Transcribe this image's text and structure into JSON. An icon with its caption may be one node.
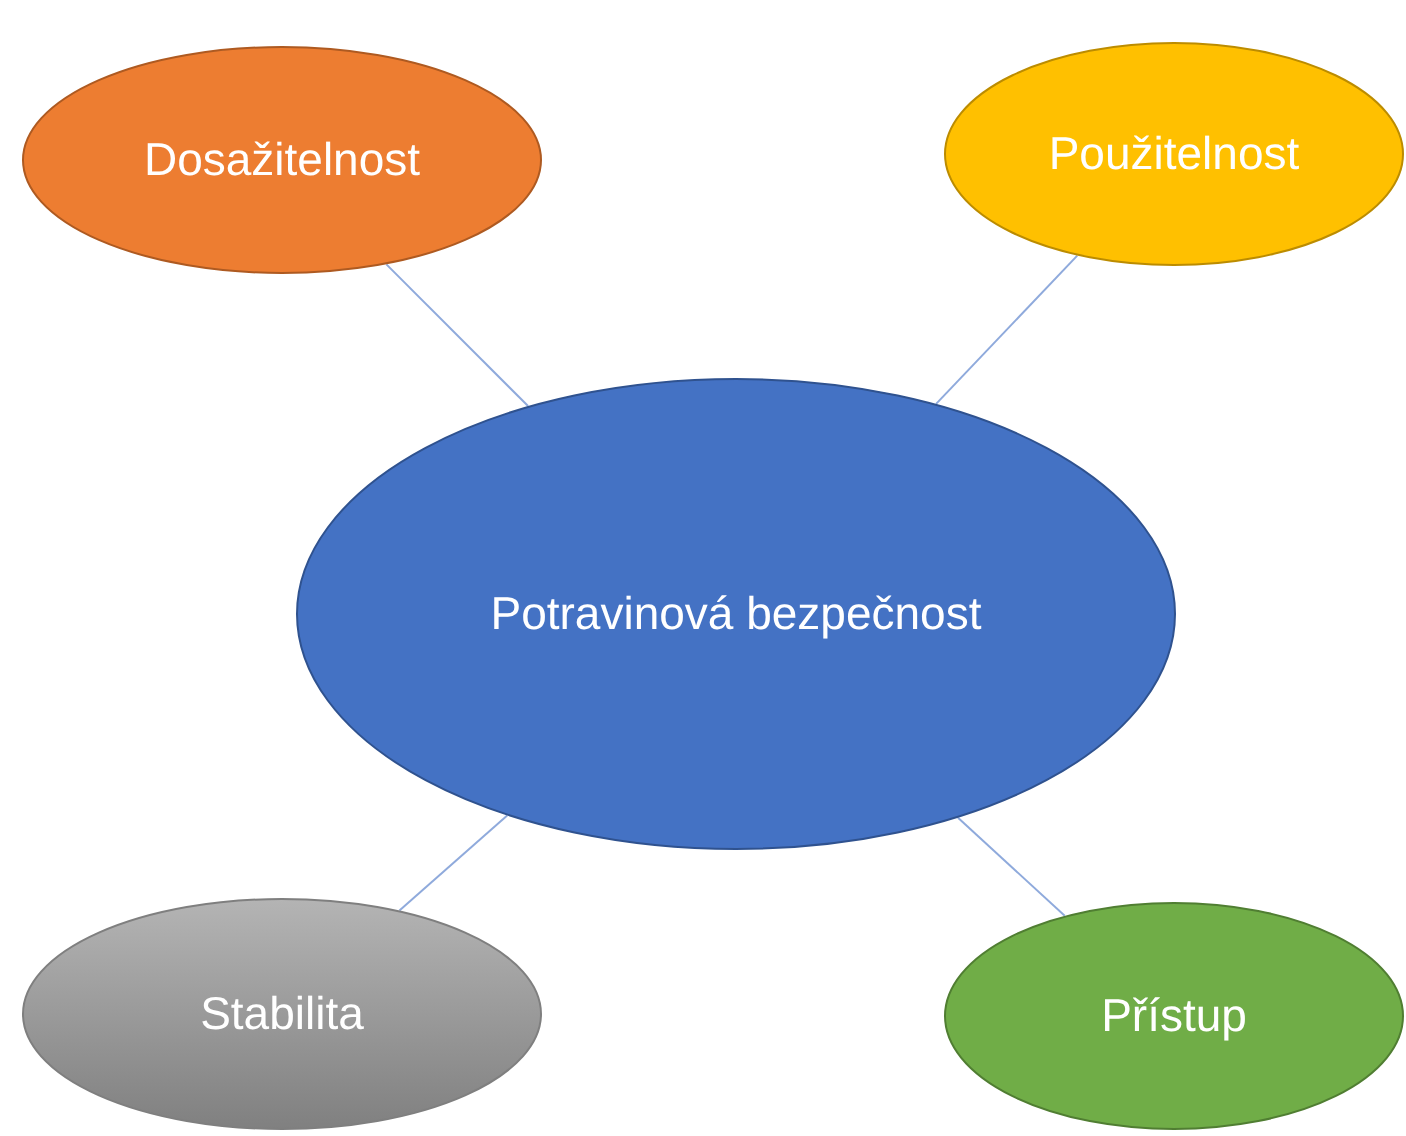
{
  "diagram": {
    "nodes": [
      {
        "text": [
          "Dosažitelnost"
        ]
      },
      {
        "text": [
          "Použitelnost"
        ]
      },
      {
        "text": [
          "Potravinová bezpečnost"
        ]
      },
      {
        "text": [
          "Stabilita"
        ]
      },
      {
        "text": [
          "Přístup"
        ]
      }
    ],
    "edges": [
      {
        "from": 2,
        "to": 0,
        "arrow": "none"
      },
      {
        "from": 2,
        "to": 1,
        "arrow": "none"
      },
      {
        "from": 2,
        "to": 3,
        "arrow": "none"
      },
      {
        "from": 2,
        "to": 4,
        "arrow": "none"
      }
    ]
  }
}
